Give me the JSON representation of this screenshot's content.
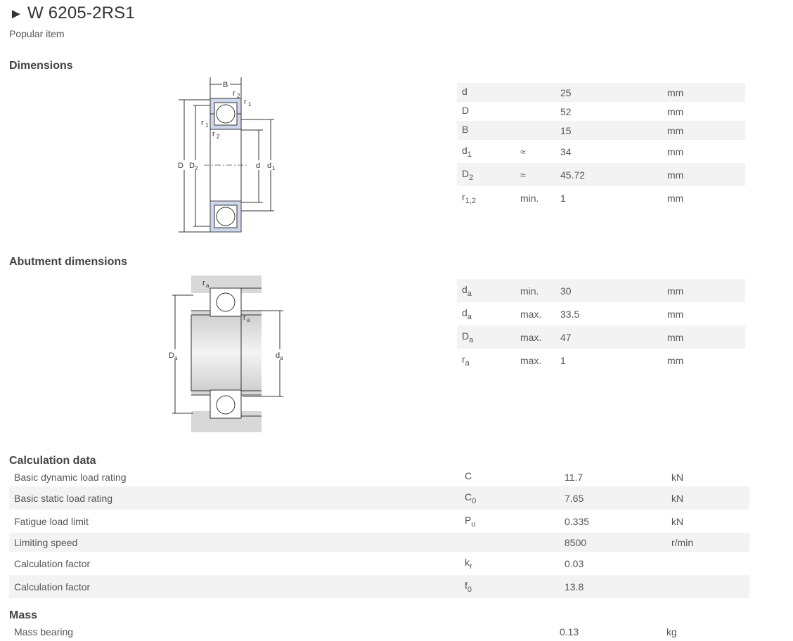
{
  "header": {
    "arrow": "►",
    "title": "W 6205-2RS1",
    "subtitle": "Popular item"
  },
  "sections": {
    "dimensions": "Dimensions",
    "abutment": "Abutment dimensions",
    "calculation": "Calculation data",
    "mass": "Mass"
  },
  "drawing_labels": {
    "B": "B",
    "r": "r",
    "d": "d",
    "D": "D",
    "one": "1",
    "two": "2",
    "a": "a"
  },
  "dimensions": [
    {
      "sym": "d",
      "sub": "",
      "qual": "",
      "value": "25",
      "unit": "mm"
    },
    {
      "sym": "D",
      "sub": "",
      "qual": "",
      "value": "52",
      "unit": "mm"
    },
    {
      "sym": "B",
      "sub": "",
      "qual": "",
      "value": "15",
      "unit": "mm"
    },
    {
      "sym": "d",
      "sub": "1",
      "qual": "≈",
      "value": "34",
      "unit": "mm"
    },
    {
      "sym": "D",
      "sub": "2",
      "qual": "≈",
      "value": "45.72",
      "unit": "mm"
    },
    {
      "sym": "r",
      "sub": "1,2",
      "qual": "min.",
      "value": "1",
      "unit": "mm"
    }
  ],
  "abutment": [
    {
      "sym": "d",
      "sub": "a",
      "qual": "min.",
      "value": "30",
      "unit": "mm"
    },
    {
      "sym": "d",
      "sub": "a",
      "qual": "max.",
      "value": "33.5",
      "unit": "mm"
    },
    {
      "sym": "D",
      "sub": "a",
      "qual": "max.",
      "value": "47",
      "unit": "mm"
    },
    {
      "sym": "r",
      "sub": "a",
      "qual": "max.",
      "value": "1",
      "unit": "mm"
    }
  ],
  "calculation": [
    {
      "label": "Basic dynamic load rating",
      "sym": "C",
      "sub": "",
      "value": "11.7",
      "unit": "kN"
    },
    {
      "label": "Basic static load rating",
      "sym": "C",
      "sub": "0",
      "value": "7.65",
      "unit": "kN"
    },
    {
      "label": "Fatigue load limit",
      "sym": "P",
      "sub": "u",
      "value": "0.335",
      "unit": "kN"
    },
    {
      "label": "Limiting speed",
      "sym": "",
      "sub": "",
      "value": "8500",
      "unit": "r/min"
    },
    {
      "label": "Calculation factor",
      "sym": "k",
      "sub": "r",
      "value": "0.03",
      "unit": ""
    },
    {
      "label": "Calculation factor",
      "sym": "f",
      "sub": "0",
      "value": "13.8",
      "unit": ""
    }
  ],
  "mass": [
    {
      "label": "Mass bearing",
      "value": "0.13",
      "unit": "kg"
    }
  ]
}
